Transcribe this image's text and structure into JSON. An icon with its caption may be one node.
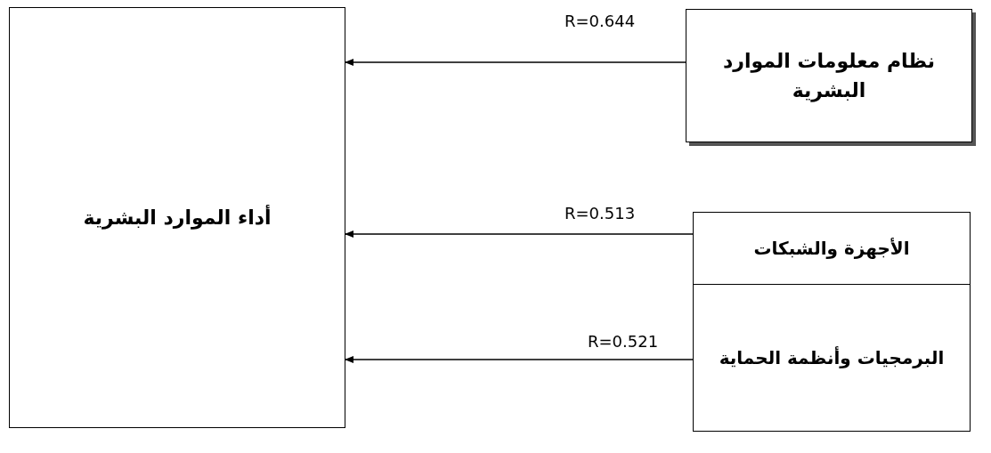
{
  "diagram": {
    "nodes": [
      {
        "text": [
          "أداء الموارد البشرية"
        ]
      },
      {
        "text": [
          "نظام معلومات الموارد البشرية"
        ]
      },
      {
        "text": [
          "الأجهزة والشبكات"
        ]
      },
      {
        "text": [
          "البرمجيات وأنظمة الحماية"
        ]
      }
    ],
    "edges": [
      {
        "from": 1,
        "to": 0,
        "arrow": "to",
        "label": "R=0.644"
      },
      {
        "from": 2,
        "to": 0,
        "arrow": "to",
        "label": "R=0.513"
      },
      {
        "from": 3,
        "to": 0,
        "arrow": "to",
        "label": "R=0.521"
      }
    ]
  }
}
